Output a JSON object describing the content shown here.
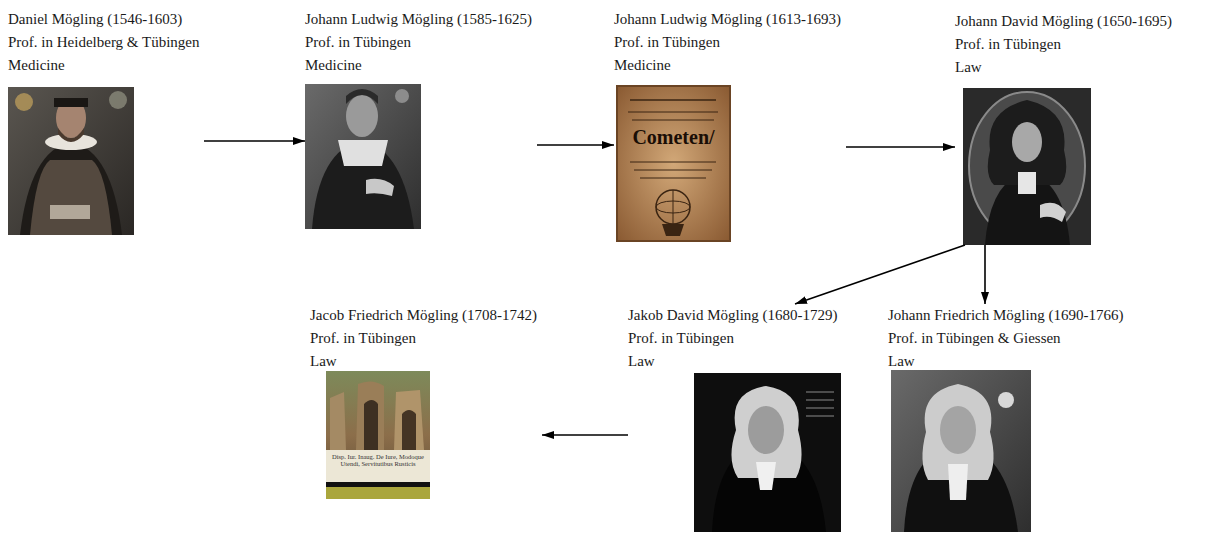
{
  "diagram": {
    "nodes": [
      {
        "text": [
          "Daniel Mögling (1546-1603)",
          "Prof. in Heidelberg & Tübingen",
          "Medicine"
        ]
      },
      {
        "text": [
          "Johann Ludwig Mögling (1585-1625)",
          "Prof. in Tübingen",
          "Medicine"
        ]
      },
      {
        "text": [
          "Johann Ludwig Mögling (1613-1693)",
          "Prof. in Tübingen",
          "Medicine"
        ]
      },
      {
        "text": [
          "Johann David Mögling (1650-1695)",
          "Prof. in Tübingen",
          "Law"
        ]
      },
      {
        "text": [
          "Jacob Friedrich Mögling (1708-1742)",
          "Prof. in Tübingen",
          "Law"
        ]
      },
      {
        "text": [
          "Jakob David Mögling (1680-1729)",
          "Prof. in Tübingen",
          "Law"
        ]
      },
      {
        "text": [
          "Johann Friedrich Mögling (1690-1766)",
          "Prof. in Tübingen & Giessen",
          "Law"
        ]
      }
    ],
    "edges": [
      {
        "from": 0,
        "to": 1,
        "arrow": "to"
      },
      {
        "from": 1,
        "to": 2,
        "arrow": "to"
      },
      {
        "from": 2,
        "to": 3,
        "arrow": "to"
      },
      {
        "from": 3,
        "to": 5,
        "arrow": "to"
      },
      {
        "from": 3,
        "to": 6,
        "arrow": "to"
      },
      {
        "from": 5,
        "to": 4,
        "arrow": "to"
      }
    ],
    "labels": [
      "Cometen/",
      "Disp. Iur. Inaug. De Iure, Modoque Utendi, Servitutibus Rusticis"
    ]
  }
}
